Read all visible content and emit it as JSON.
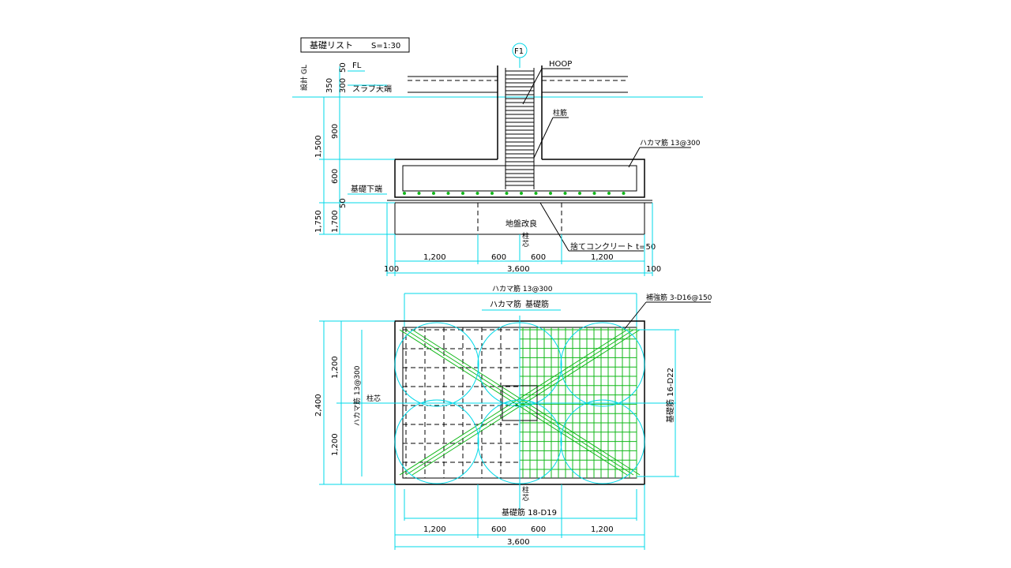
{
  "title": {
    "text": "基礎リスト",
    "scale": "S=1:30"
  },
  "section": {
    "grid_label": "F1",
    "hoop": "HOOP",
    "column_bar": "柱筋",
    "hakama_bar": "ハカマ筋 13@300",
    "fl": "FL",
    "slab_top": "スラブ天端",
    "gl": "設計 GL",
    "footing_bottom": "基礎下端",
    "ground_improvement": "地盤改良",
    "col_center": "柱芯",
    "lean_concrete": "捨てコンクリート t=50",
    "v_dims": [
      "50",
      "350",
      "300",
      "900",
      "1,500",
      "600",
      "50",
      "1,750",
      "1,700"
    ],
    "h_dims": [
      "1,200",
      "600",
      "600",
      "1,200"
    ],
    "total": "3,600",
    "offsets": [
      "100",
      "100"
    ]
  },
  "plan": {
    "hakama_top": "ハカマ筋 13@300",
    "hakama_label": "ハカマ筋",
    "footing_bar": "基礎筋",
    "hoop_bar": "補強筋 3-D16@150",
    "right_bar": "基礎筋 16-D22",
    "left_bar": "ハカマ筋 13@300",
    "col_center_left": "柱芯",
    "col_center_bottom": "柱芯",
    "bottom_bar": "基礎筋 18-D19",
    "v_dims": [
      "1,200",
      "2,400",
      "1,200"
    ],
    "h_dims": [
      "1,200",
      "600",
      "600",
      "1,200"
    ],
    "total": "3,600"
  },
  "colors": {
    "dimension": "#00d8e8",
    "rebar": "#12b81a",
    "outline": "#000000"
  }
}
